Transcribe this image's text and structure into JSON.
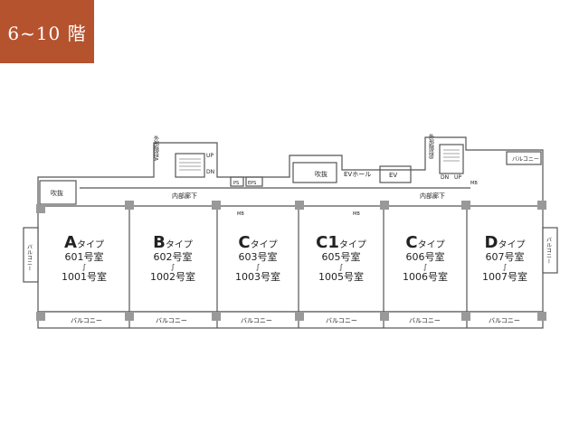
{
  "floor_badge": "6~10 階",
  "labels": {
    "inner_corridor": "内部廊下",
    "fukinuke": "吹抜",
    "ev_hall": "EVホール",
    "ev": "EV",
    "ps": "PS",
    "eps": "EPS",
    "mb": "MB",
    "up": "UP",
    "dn": "DN",
    "stair_a": "外部階段A",
    "stair_b": "外部階段B",
    "balcony": "バルコニー"
  },
  "units": [
    {
      "letter": "A",
      "type": "タイプ",
      "r1": "601号室",
      "sep": "∫",
      "r2": "1001号室"
    },
    {
      "letter": "B",
      "type": "タイプ",
      "r1": "602号室",
      "sep": "∫",
      "r2": "1002号室"
    },
    {
      "letter": "C",
      "type": "タイプ",
      "r1": "603号室",
      "sep": "∫",
      "r2": "1003号室"
    },
    {
      "letter": "C1",
      "type": "タイプ",
      "r1": "605号室",
      "sep": "∫",
      "r2": "1005号室"
    },
    {
      "letter": "C",
      "type": "タイプ",
      "r1": "606号室",
      "sep": "∫",
      "r2": "1006号室"
    },
    {
      "letter": "D",
      "type": "タイプ",
      "r1": "607号室",
      "sep": "∫",
      "r2": "1007号室"
    }
  ]
}
